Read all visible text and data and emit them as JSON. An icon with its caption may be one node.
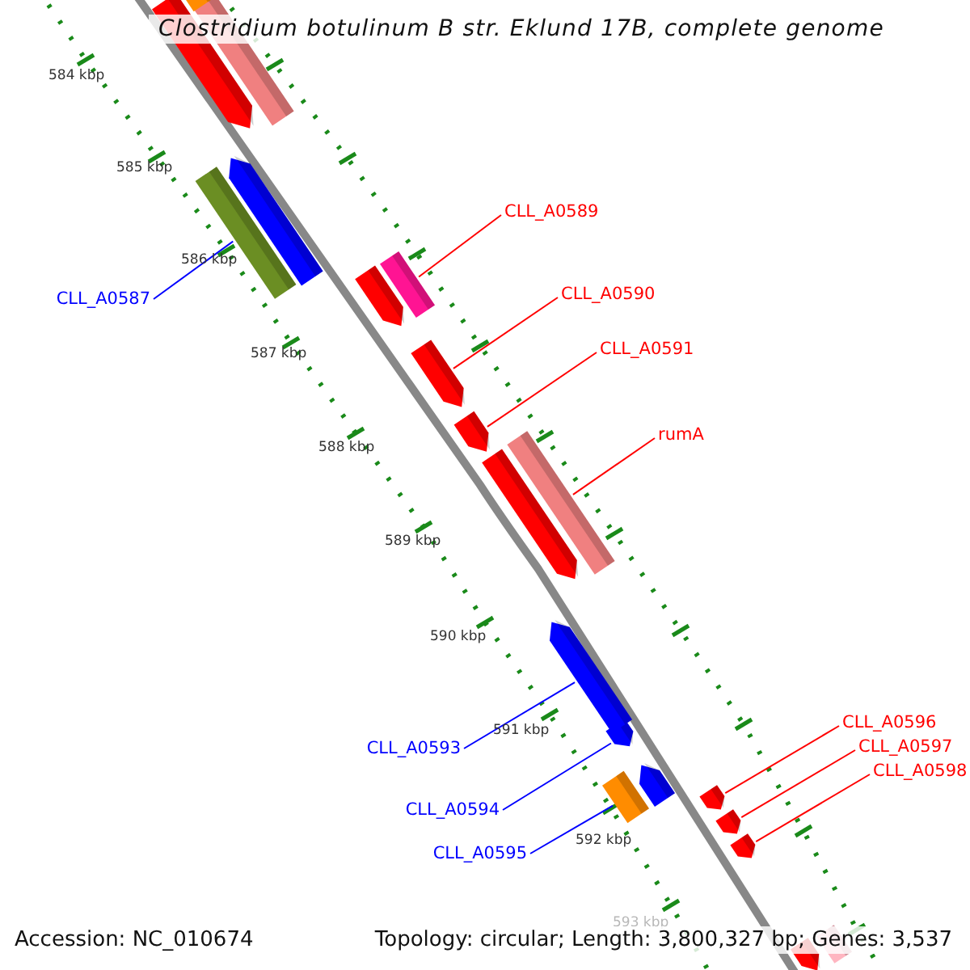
{
  "diagram": {
    "title": "Clostridium botulinum B str. Eklund 17B, complete genome",
    "nodes": [
      {
        "text": [],
        "shape": "bar"
      },
      {
        "text": [],
        "shape": "bar"
      },
      {
        "text": [],
        "shape": "bar"
      },
      {
        "text": [],
        "shape": "bar"
      },
      {
        "text": [],
        "shape": "bar"
      },
      {
        "text": [
          "CLL_A0587"
        ]
      },
      {
        "text": [
          "CLL_A0589"
        ]
      },
      {
        "text": [],
        "shape": "bar"
      },
      {
        "text": [],
        "shape": "bar"
      },
      {
        "text": [
          "CLL_A0590"
        ]
      },
      {
        "text": [],
        "shape": "bar"
      },
      {
        "text": [
          "CLL_A0591"
        ]
      },
      {
        "text": [],
        "shape": "bar"
      },
      {
        "text": [
          "rumA"
        ]
      },
      {
        "text": [],
        "shape": "bar"
      },
      {
        "text": [],
        "shape": "bar"
      },
      {
        "text": [],
        "shape": "bar"
      },
      {
        "text": [],
        "shape": "bar"
      },
      {
        "text": [
          "CLL_A0593"
        ]
      },
      {
        "text": [
          "CLL_A0596"
        ]
      },
      {
        "text": [
          "CLL_A0597"
        ]
      },
      {
        "text": [
          "CLL_A0598"
        ]
      },
      {
        "text": [],
        "shape": "bar"
      },
      {
        "text": [],
        "shape": "bar"
      },
      {
        "text": [],
        "shape": "bar"
      },
      {
        "text": [],
        "shape": "bar"
      },
      {
        "text": [],
        "shape": "bar"
      },
      {
        "text": [
          "CLL_A0594"
        ]
      },
      {
        "text": [
          "CLL_A0595"
        ]
      },
      {
        "text": [],
        "shape": "bar"
      },
      {
        "text": [],
        "shape": "bar"
      }
    ],
    "edges": [
      {
        "from": 5,
        "to": 4,
        "arrow": "none",
        "color": "#0000ff"
      },
      {
        "from": 6,
        "to": 7,
        "arrow": "none"
      },
      {
        "from": 9,
        "to": 10,
        "arrow": "none"
      },
      {
        "from": 11,
        "to": 12,
        "arrow": "none"
      },
      {
        "from": 13,
        "to": 14,
        "arrow": "none"
      },
      {
        "from": 18,
        "to": 16,
        "arrow": "none",
        "color": "#0000ff"
      },
      {
        "from": 19,
        "to": 24,
        "arrow": "none"
      },
      {
        "from": 20,
        "to": 25,
        "arrow": "none"
      },
      {
        "from": 21,
        "to": 26,
        "arrow": "none"
      },
      {
        "from": 27,
        "to": 17,
        "arrow": "none",
        "color": "#0000ff"
      },
      {
        "from": 28,
        "to": 23,
        "arrow": "none",
        "color": "#0000ff"
      }
    ],
    "labels": [
      "584 kbp",
      "585 kbp",
      "586 kbp",
      "587 kbp",
      "588 kbp",
      "589 kbp",
      "590 kbp",
      "591 kbp",
      "592 kbp",
      "593 kbp",
      "Accession: NC_010674",
      "Topology: circular; Length: 3,800,327 bp; Genes: 3,537"
    ]
  }
}
